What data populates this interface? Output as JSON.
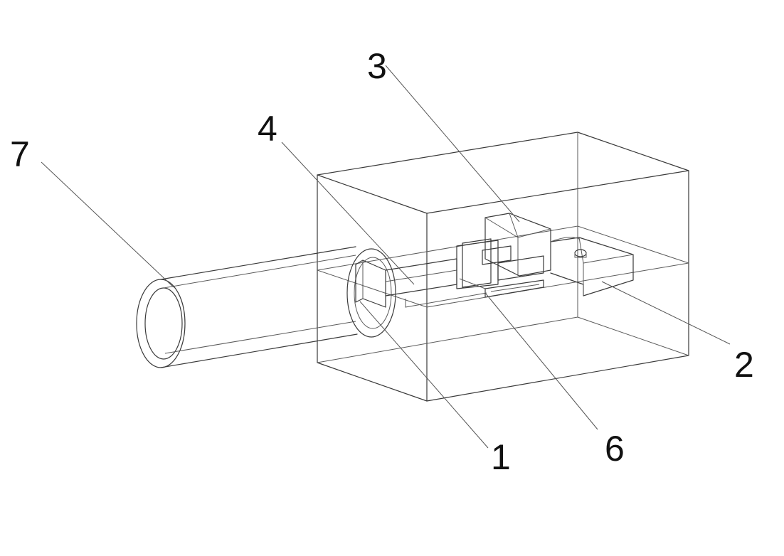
{
  "labels": {
    "pipe": "7",
    "inlet": "1",
    "channel": "4",
    "top_block": "3",
    "bottom_block": "6",
    "outlet": "2"
  },
  "colors": {
    "line": "#3a3a3a",
    "text": "#111111",
    "background": "#ffffff"
  }
}
